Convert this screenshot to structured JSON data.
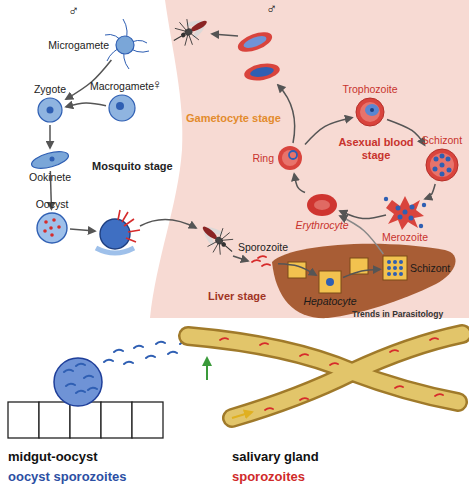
{
  "diagram": {
    "nodes": [
      {
        "text": [
          "Microgamete"
        ]
      },
      {
        "text": [
          "Macrogamete"
        ]
      },
      {
        "text": [
          "Zygote"
        ]
      },
      {
        "text": [
          "Ookinete"
        ]
      },
      {
        "text": [
          "Oocyst"
        ]
      },
      {
        "text": [
          "Sporozoite"
        ]
      },
      {
        "text": [
          "Hepatocyte"
        ]
      },
      {
        "text": [
          "Schizont"
        ]
      },
      {
        "text": [
          "Merozoite"
        ]
      },
      {
        "text": [
          "Ring"
        ]
      },
      {
        "text": [
          "Trophozoite"
        ]
      },
      {
        "text": [
          "Schizont"
        ]
      },
      {
        "text": [
          "Erythrocyte"
        ]
      }
    ],
    "edges": [
      {
        "from": 0,
        "to": 2,
        "arrow": "to"
      },
      {
        "from": 1,
        "to": 2,
        "arrow": "to"
      },
      {
        "from": 2,
        "to": 3,
        "arrow": "to"
      },
      {
        "from": 3,
        "to": 4,
        "arrow": "to"
      },
      {
        "from": 5,
        "to": 6,
        "arrow": "to"
      },
      {
        "from": 6,
        "to": 7,
        "arrow": "to"
      },
      {
        "from": 7,
        "to": 12,
        "arrow": "to"
      },
      {
        "from": 8,
        "to": 12,
        "arrow": "to"
      },
      {
        "from": 12,
        "to": 9,
        "arrow": "to"
      },
      {
        "from": 9,
        "to": 10,
        "arrow": "to"
      },
      {
        "from": 10,
        "to": 11,
        "arrow": "to"
      },
      {
        "from": 11,
        "to": 8,
        "arrow": "to"
      }
    ],
    "labels": [
      "♂",
      "♂",
      "♀",
      "Gametocyte stage",
      "Mosquito stage",
      "Asexual blood stage",
      "Liver stage",
      "Trends in Parasitology",
      "midgut-oocyst",
      "oocyst sporozoites",
      "salivary gland",
      "sporozoites"
    ]
  }
}
